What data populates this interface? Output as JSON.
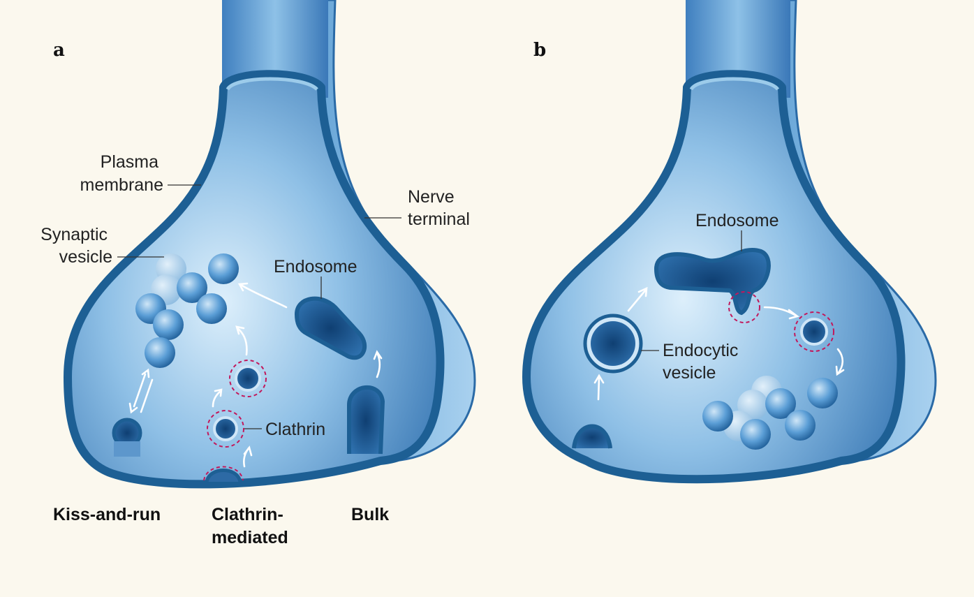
{
  "panels": [
    {
      "letter": "a",
      "labels": {
        "plasma_membrane": [
          "Plasma",
          "membrane"
        ],
        "nerve_terminal": [
          "Nerve",
          "terminal"
        ],
        "synaptic_vesicle": [
          "Synaptic",
          "vesicle"
        ],
        "endosome": "Endosome",
        "clathrin": "Clathrin"
      },
      "pathways": [
        {
          "name": "Kiss-and-run",
          "lines": [
            "Kiss-and-run"
          ]
        },
        {
          "name": "Clathrin-mediated",
          "lines": [
            "Clathrin-",
            "mediated"
          ]
        },
        {
          "name": "Bulk",
          "lines": [
            "Bulk"
          ]
        }
      ]
    },
    {
      "letter": "b",
      "labels": {
        "endosome": "Endosome",
        "endocytic_vesicle": [
          "Endocytic",
          "vesicle"
        ]
      }
    }
  ],
  "colors": {
    "background": "#fbf8ee",
    "terminal_fill": "#4f8fc8",
    "membrane": "#1d5f94",
    "vesicle": "#3c88c8",
    "clathrin": "#c2185b",
    "arrows": "#ffffff"
  }
}
